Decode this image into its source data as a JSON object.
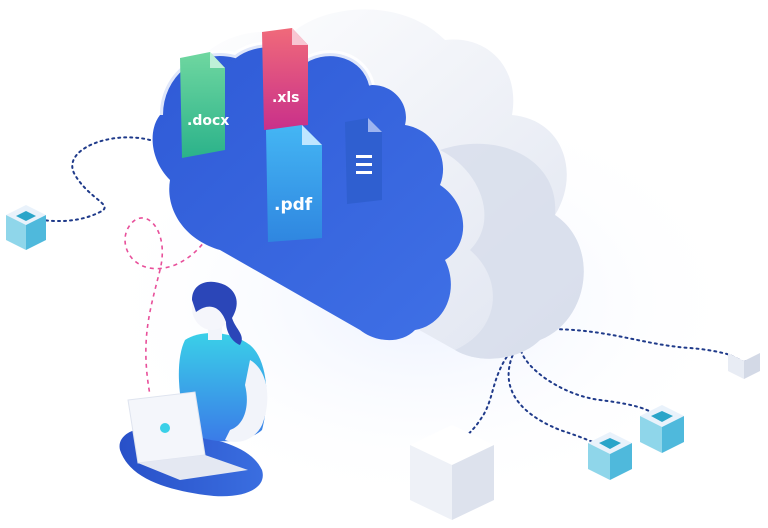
{
  "illustration": {
    "files": [
      {
        "label": ".docx",
        "color": "#3ec28f"
      },
      {
        "label": ".xls",
        "color": "#e8476e"
      },
      {
        "label": ".pdf",
        "color": "#3aa8f0"
      },
      {
        "label": "",
        "color": "#2f5fd0"
      }
    ],
    "colors": {
      "cloud_face": "#3a63d8",
      "cloud_body": "#eef1f8",
      "accent_cyan": "#3ad0e8",
      "dotted_path": "#1f3a8a",
      "pink_path": "#e84f9a"
    }
  }
}
